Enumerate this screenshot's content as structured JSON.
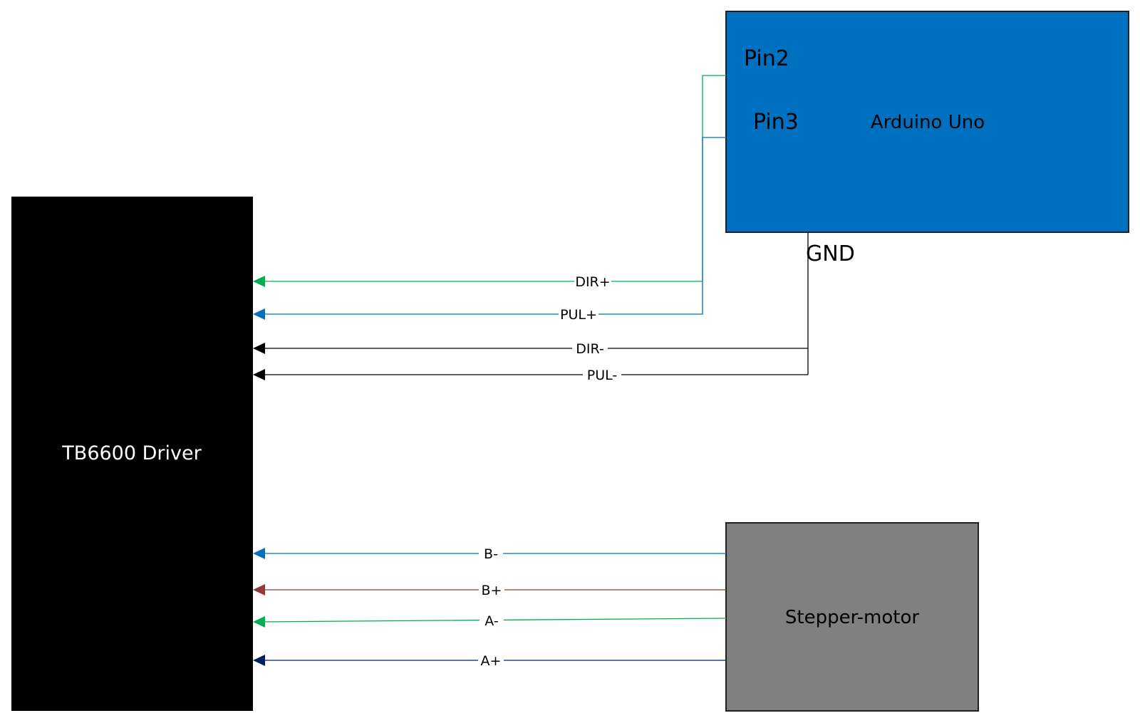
{
  "blocks": {
    "driver": {
      "label": "TB6600 Driver",
      "fill": "#000000",
      "text_color": "#ffffff"
    },
    "arduino": {
      "label": "Arduino Uno",
      "fill": "#0070c0",
      "text_color": "#000000"
    },
    "motor": {
      "label": "Stepper-motor",
      "fill": "#808080",
      "text_color": "#000000"
    }
  },
  "pins": {
    "pin2": "Pin2",
    "pin3": "Pin3",
    "gnd": "GND"
  },
  "wires": {
    "dir_plus": {
      "label": "DIR+",
      "color": "#00b050"
    },
    "pul_plus": {
      "label": "PUL+",
      "color": "#0070c0"
    },
    "dir_minus": {
      "label": "DIR-",
      "color": "#000000"
    },
    "pul_minus": {
      "label": "PUL-",
      "color": "#000000"
    },
    "b_minus": {
      "label": "B-",
      "color": "#0070c0"
    },
    "b_plus": {
      "label": "B+",
      "color": "#953735"
    },
    "a_minus": {
      "label": "A-",
      "color": "#00b050"
    },
    "a_plus": {
      "label": "A+",
      "color": "#002060"
    }
  }
}
